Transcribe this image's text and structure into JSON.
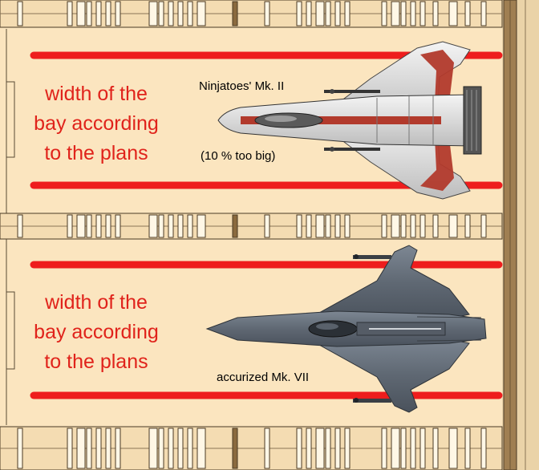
{
  "colors": {
    "bay_floor": "#fbe5bf",
    "width_line": "#ee1d1d",
    "label_text": "#e0231b",
    "rail_wood": "#a07f52",
    "rail_outline": "#4a3a24",
    "ship_mk2_hull": "#e6e6e6",
    "ship_mk2_stripe": "#b23a2c",
    "ship_mk7_hull": "#6b7480"
  },
  "bays": [
    {
      "label_lines": [
        "width of the",
        "bay according",
        "to the plans"
      ],
      "ship_name": "Ninjatoes' Mk. II",
      "note": "(10 % too big)"
    },
    {
      "label_lines": [
        "width of the",
        "bay according",
        "to the plans"
      ],
      "ship_name": "accurized Mk. VII",
      "note": ""
    }
  ]
}
